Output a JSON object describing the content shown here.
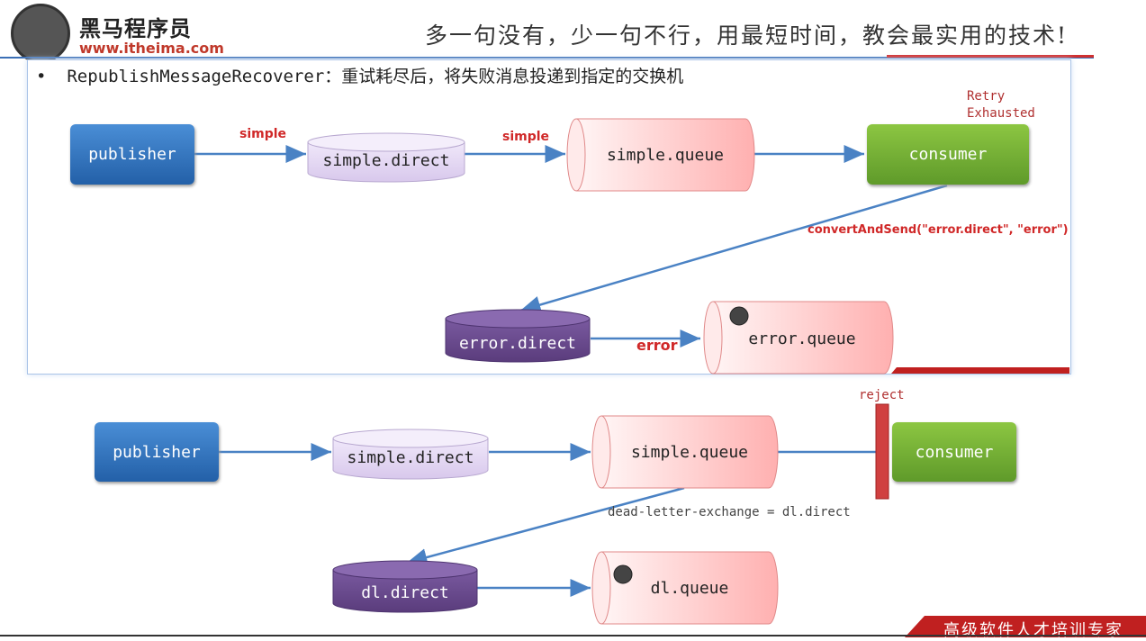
{
  "header": {
    "brand_name": "黑马程序员",
    "brand_url": "www.itheima.com",
    "slogan": "多一句没有，少一句不行，用最短时间，教会最实用的技术!"
  },
  "bullet": "RepublishMessageRecoverer：重试耗尽后，将失败消息投递到指定的交换机",
  "top_diagram": {
    "publisher": "publisher",
    "exchange": "simple.direct",
    "queue": "simple.queue",
    "consumer": "consumer",
    "edge_simple_1": "simple",
    "edge_simple_2": "simple",
    "retry_line1": "Retry",
    "retry_line2": "Exhausted",
    "convert_call": "convertAndSend(\"error.direct\", \"error\")",
    "error_exchange": "error.direct",
    "error_key": "error",
    "error_queue": "error.queue"
  },
  "bottom_diagram": {
    "publisher": "publisher",
    "exchange": "simple.direct",
    "queue": "simple.queue",
    "consumer": "consumer",
    "reject": "reject",
    "dlx_label": "dead-letter-exchange = dl.direct",
    "dl_exchange": "dl.direct",
    "dl_queue": "dl.queue"
  },
  "footer": "高级软件人才培训专家",
  "colors": {
    "publisher": "#2f6fb8",
    "consumer": "#74ae35",
    "exchange_light": "#e6dcf2",
    "exchange_dark": "#6a4c8c",
    "queue": "#ffb8b8",
    "arrow": "#4a82c4",
    "accent_red": "#d02828"
  }
}
